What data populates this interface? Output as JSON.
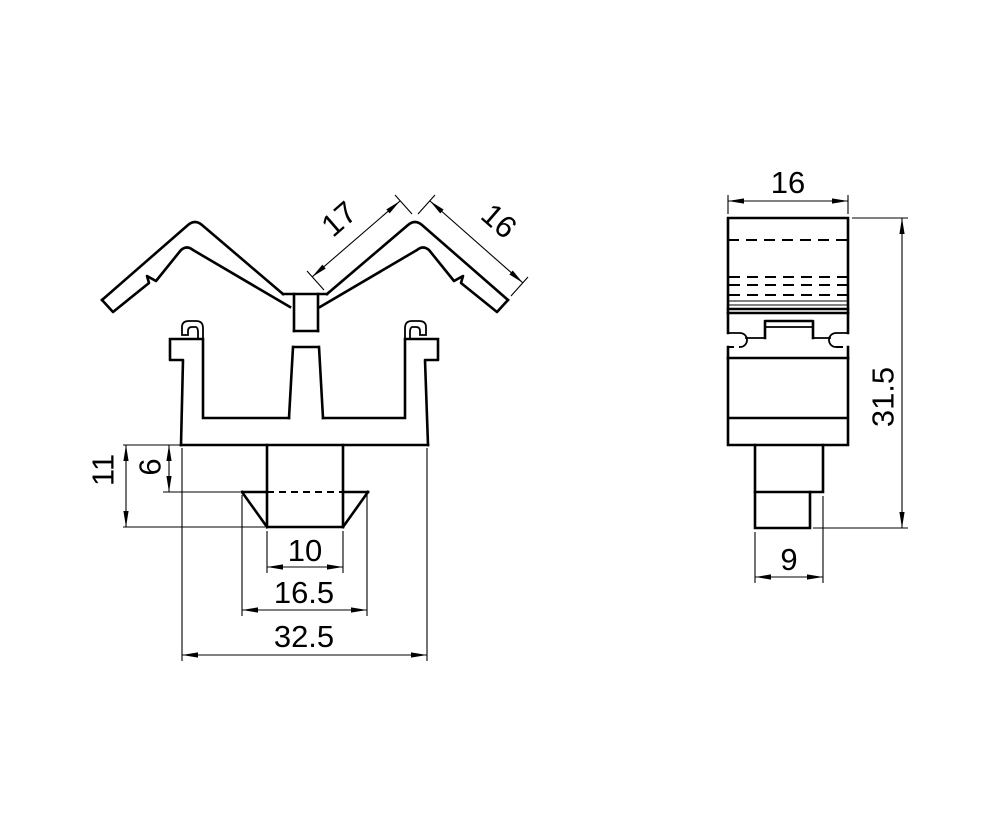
{
  "drawing": {
    "background_color": "#ffffff",
    "stroke_color": "#000000",
    "views": {
      "front": {
        "name": "front-view",
        "dimensions": {
          "left_wing_length": "17",
          "right_wing_length": "16",
          "collar_height": "6",
          "foot_height": "11",
          "foot_bottom_width": "10",
          "foot_top_width": "16.5",
          "body_width": "32.5"
        }
      },
      "side": {
        "name": "side-view",
        "dimensions": {
          "width": "16",
          "height": "31.5",
          "stem_width": "9"
        }
      }
    }
  }
}
